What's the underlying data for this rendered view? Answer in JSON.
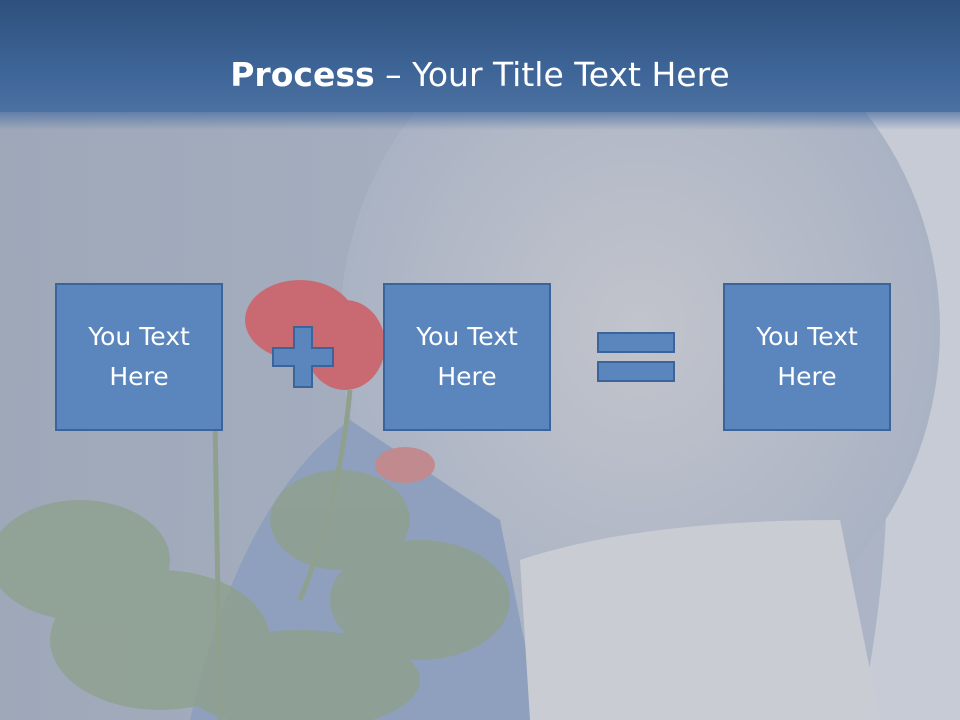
{
  "slide": {
    "title_bold": "Process",
    "title_rest": " – Your Title Text Here"
  },
  "boxes": [
    {
      "text": "You Text\nHere"
    },
    {
      "text": "You Text\nHere"
    },
    {
      "text": "You Text\nHere"
    }
  ],
  "operators": [
    "plus-icon",
    "equals-icon"
  ],
  "colors": {
    "title_bar": "#3d6496",
    "box_fill": "#5a86bd",
    "box_border": "#3a649a",
    "background": "#aeb9cc"
  }
}
